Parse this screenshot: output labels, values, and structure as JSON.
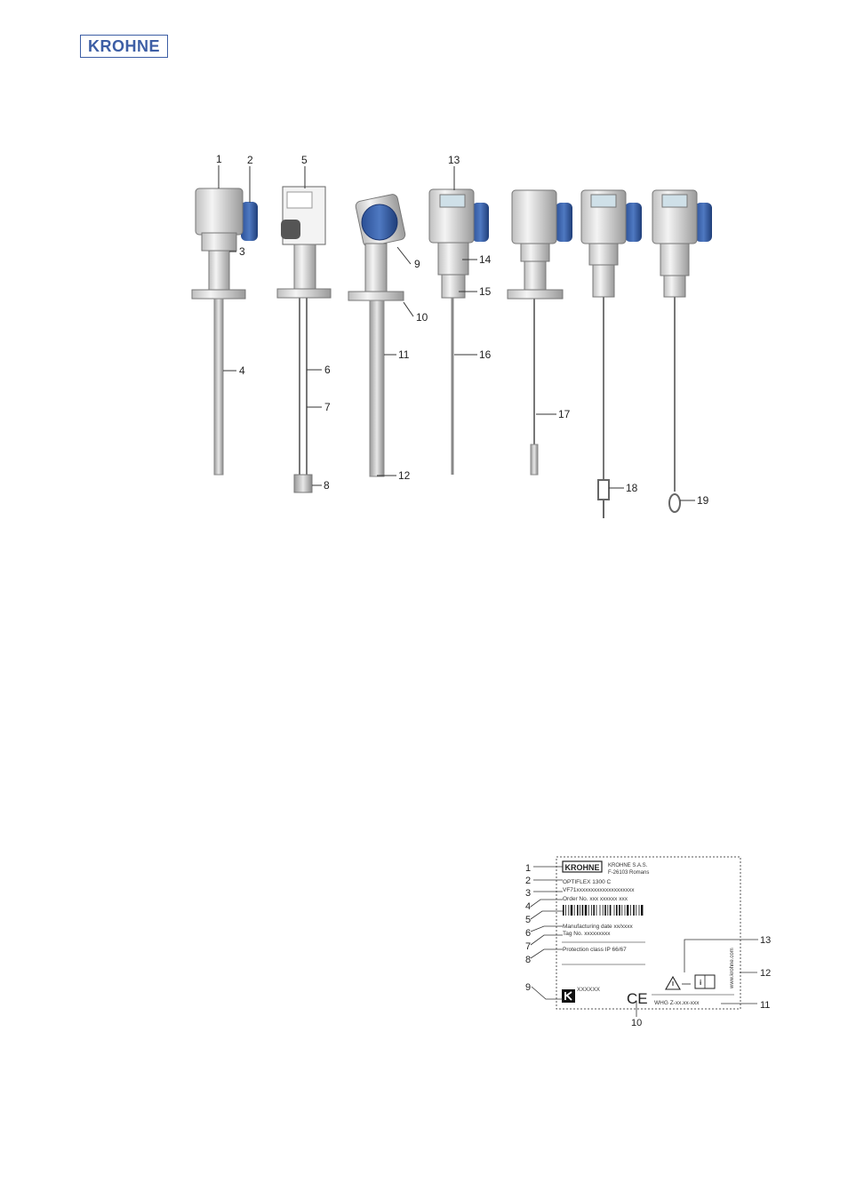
{
  "header": {
    "logo": "KROHNE"
  },
  "figure_probes": {
    "callouts": [
      "1",
      "2",
      "3",
      "4",
      "5",
      "6",
      "7",
      "8",
      "9",
      "10",
      "11",
      "12",
      "13",
      "14",
      "15",
      "16",
      "17",
      "18",
      "19"
    ]
  },
  "nameplate": {
    "brand": "KROHNE",
    "company": "KROHNE S.A.S.",
    "city": "F-26103 Romans",
    "product": "OPTIFLEX 1300 C",
    "type_code": "VF71xxxxxxxxxxxxxxxxxxxx",
    "order_no": "Order No. xxx xxxxxx xxx",
    "mfg_date": "Manufacturing date xx/xxxx",
    "tag_no": "Tag No. xxxxxxxxx",
    "protection": "Protection class IP 66/67",
    "serial": "XXXXXX",
    "ce": "CE",
    "whg": "WHG Z-xx.xx-xxx",
    "website": "www.krohne.com",
    "callouts": [
      "1",
      "2",
      "3",
      "4",
      "5",
      "6",
      "7",
      "8",
      "9",
      "10",
      "11",
      "12",
      "13"
    ]
  }
}
